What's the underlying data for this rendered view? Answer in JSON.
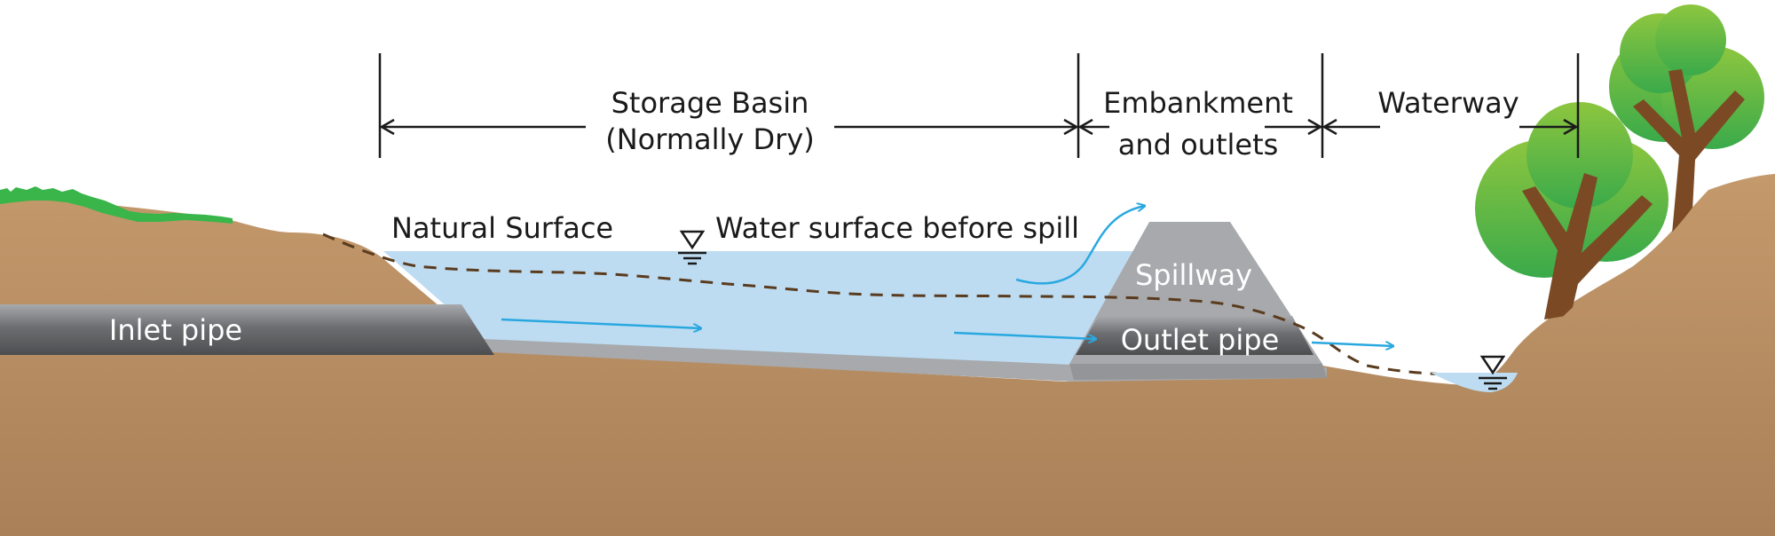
{
  "dimensions": {
    "storage_basin_line1": "Storage Basin",
    "storage_basin_line2": "(Normally Dry)",
    "embankment_line1": "Embankment",
    "embankment_line2": "and outlets",
    "waterway": "Waterway"
  },
  "labels": {
    "natural_surface": "Natural Surface",
    "water_surface": "Water surface before spill",
    "spillway": "Spillway",
    "outlet_pipe": "Outlet pipe",
    "inlet_pipe": "Inlet pipe"
  },
  "colors": {
    "soil_top": "#c49a6c",
    "soil_bottom": "#a98058",
    "water": "#bddcf2",
    "arrow_blue": "#29a8e0",
    "concrete": "#a7a9ac",
    "concrete_dark": "#808285",
    "pipe": "#6d6e71",
    "grass": "#39b54a",
    "foliage": "#72c046",
    "trunk": "#7b4a24",
    "dashed_line": "#5a3b1e",
    "dim_line": "#1a1a1a"
  },
  "icons": [
    "water-level-triangle-icon",
    "water-level-triangle-icon"
  ]
}
